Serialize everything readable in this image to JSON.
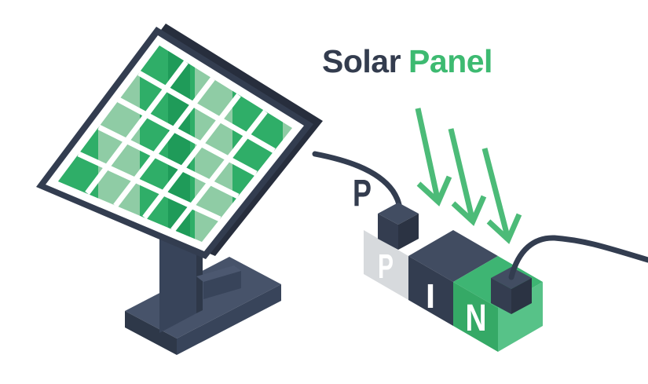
{
  "title": {
    "word1": "Solar",
    "word2": "Panel"
  },
  "pin_block": {
    "p": "P",
    "i": "I",
    "n": "N"
  },
  "labels": {
    "p_terminal": "P"
  },
  "colors": {
    "background": "#FFFFFF",
    "navy": "#333D50",
    "navyDark": "#272E3D",
    "standFront": "#38445A",
    "standSide": "#2E3849",
    "standTop": "#47536A",
    "braceTop": "#4C5870",
    "cubeTop": "#424D62",
    "cubeFront": "#343D50",
    "cubeSide": "#2B3343",
    "iTop": "#414C61",
    "grayFace": "#D7DADD",
    "white": "#FFFFFF",
    "titleNavy": "#333C4E",
    "green": "#3DBA71",
    "arrowGreen": "#4CBB78",
    "nTop": "#3EB573",
    "nFront": "#35A966",
    "nEnd": "#57C288",
    "sage": "#8FCCA5",
    "vivid": "#2FAE68",
    "vividDark": "#1F9B59",
    "wire": "#333D50"
  }
}
